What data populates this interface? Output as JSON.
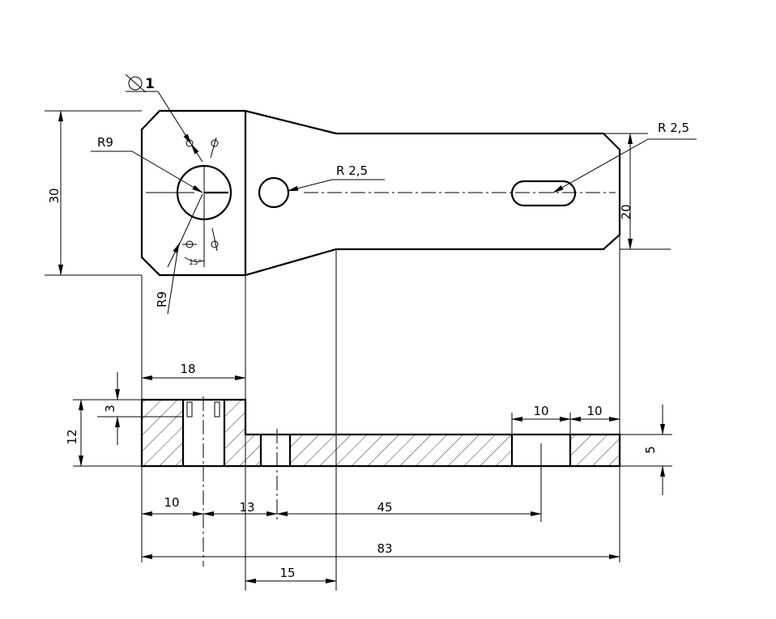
{
  "drawing": {
    "top_view": {
      "dim_height": "30",
      "dim_width_right": "20",
      "radius_big_hole": "R9",
      "radius_big_hole_lower": "R9",
      "radius_hole_middle": "R 2,5",
      "radius_slot": "R 2,5",
      "diameter_small_holes_symbol": "Ø",
      "diameter_small_holes": "1",
      "angle": "15°"
    },
    "front_view": {
      "dim_block_width": "18",
      "dim_block_height": "12",
      "dim_counterbore_depth": "3",
      "dim_thin_height": "5",
      "dim_slot_width": "10",
      "dim_end_width": "10",
      "dim_first_hole_offset": "10",
      "dim_hole_spacing_13": "13",
      "dim_hole_spacing_45": "45",
      "dim_total_length": "83",
      "dim_taper_length": "15"
    }
  }
}
